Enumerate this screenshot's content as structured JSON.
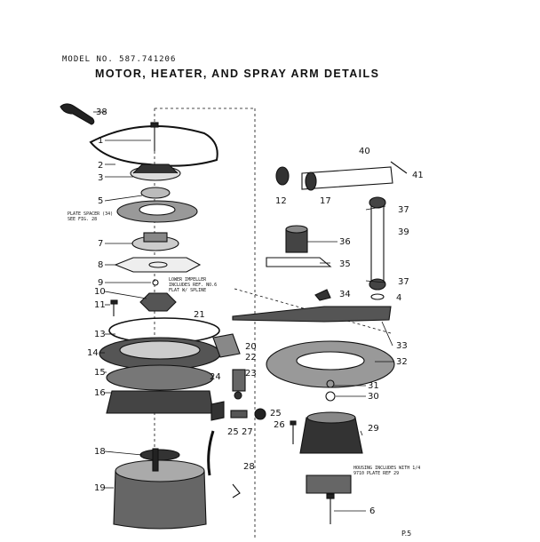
{
  "header": {
    "model": "MODEL NO. 587.741206",
    "title": "MOTOR, HEATER, AND SPRAY ARM DETAILS"
  },
  "notes": {
    "plate_spacer": "PLATE SPACER (34)\nSEE FIG. 28",
    "lower_impeller": "LOWER IMPELLER\nINCLUDES REF. NO.6\nFLAT W/ SPLINE",
    "housing": "HOUSING INCLUDES WITH 1/4\n9710 PLATE REF 29"
  },
  "callouts": [
    "1",
    "2",
    "3",
    "4",
    "5",
    "6",
    "7",
    "8",
    "9",
    "10",
    "11",
    "12",
    "13",
    "14",
    "15",
    "16",
    "17",
    "18",
    "19",
    "20",
    "21",
    "22",
    "23",
    "24",
    "25",
    "26",
    "27",
    "28",
    "29",
    "30",
    "31",
    "32",
    "33",
    "34",
    "35",
    "36",
    "37",
    "38",
    "39",
    "40",
    "41"
  ],
  "page_number": "P.5"
}
